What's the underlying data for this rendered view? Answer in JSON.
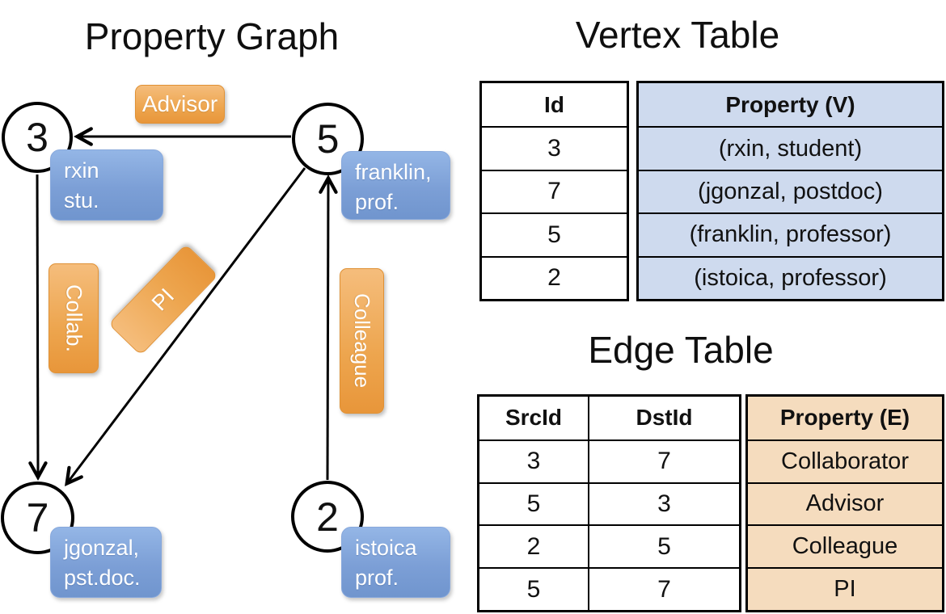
{
  "graph": {
    "title": "Property Graph",
    "nodes": [
      {
        "id": "3",
        "property_line1": "rxin",
        "property_line2": "stu."
      },
      {
        "id": "5",
        "property_line1": "franklin,",
        "property_line2": "prof."
      },
      {
        "id": "7",
        "property_line1": "jgonzal,",
        "property_line2": "pst.doc."
      },
      {
        "id": "2",
        "property_line1": "istoica",
        "property_line2": "prof."
      }
    ],
    "edges": [
      {
        "label": "Advisor",
        "from": "5",
        "to": "3"
      },
      {
        "label": "Collab.",
        "from": "3",
        "to": "7"
      },
      {
        "label": "PI",
        "from": "5",
        "to": "7"
      },
      {
        "label": "Colleague",
        "from": "2",
        "to": "5"
      }
    ]
  },
  "vertex_table": {
    "title": "Vertex Table",
    "columns": {
      "id": "Id",
      "property": "Property (V)"
    },
    "rows": [
      {
        "id": "3",
        "property": "(rxin, student)"
      },
      {
        "id": "7",
        "property": "(jgonzal, postdoc)"
      },
      {
        "id": "5",
        "property": "(franklin, professor)"
      },
      {
        "id": "2",
        "property": "(istoica, professor)"
      }
    ]
  },
  "edge_table": {
    "title": "Edge Table",
    "columns": {
      "src": "SrcId",
      "dst": "DstId",
      "property": "Property (E)"
    },
    "rows": [
      {
        "src": "3",
        "dst": "7",
        "property": "Collaborator"
      },
      {
        "src": "5",
        "dst": "3",
        "property": "Advisor"
      },
      {
        "src": "2",
        "dst": "5",
        "property": "Colleague"
      },
      {
        "src": "5",
        "dst": "7",
        "property": "PI"
      }
    ]
  },
  "colors": {
    "edge_label_fill": "#eda54e",
    "vertex_label_fill": "#7c9fd6",
    "vertex_property_fill": "#cedaee",
    "edge_property_fill": "#f5dcbe",
    "line": "#000000"
  }
}
